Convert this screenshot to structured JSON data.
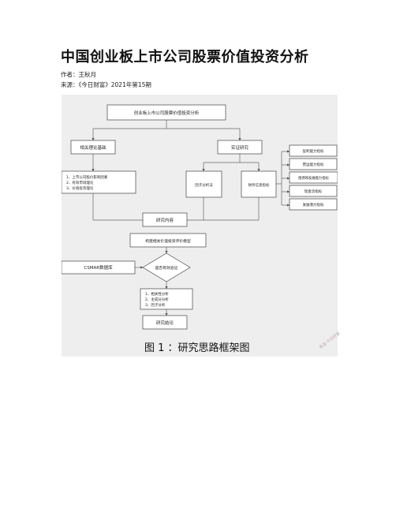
{
  "article": {
    "title": "中国创业板上市公司股票价值投资分析",
    "author_line": "作者：王秋月",
    "source_line": "来源：《今日财富》2021年第15期"
  },
  "figure": {
    "caption": "图 1 ：研究思路框架图",
    "watermark": "来源·今日财富",
    "nodes": {
      "top": "创业板上市公司股票价值投资分析",
      "theory": "相关理论基础",
      "empirical": "实证研究",
      "theory_items": [
        "1、上市公司股价影响因素",
        "2、有效市场理论",
        "3、价值投资理论"
      ],
      "factor": "因子分析法",
      "fin_indicators": "财务信息指标",
      "ind_1": "盈利能力指标",
      "ind_2": "营运能力指标",
      "ind_3": "偿债和发展能力指标",
      "ind_4": "现金流指标",
      "ind_5": "发展潜力指标",
      "content": "研究内容",
      "model": "构建相关价值投资评价模型",
      "csmar": "CSMAR数据库",
      "decision": "是否有效验证",
      "analysis_items": [
        "1、相关性分析",
        "2、主成分分析",
        "3、因子分析"
      ],
      "conclusion": "研究结论"
    }
  }
}
